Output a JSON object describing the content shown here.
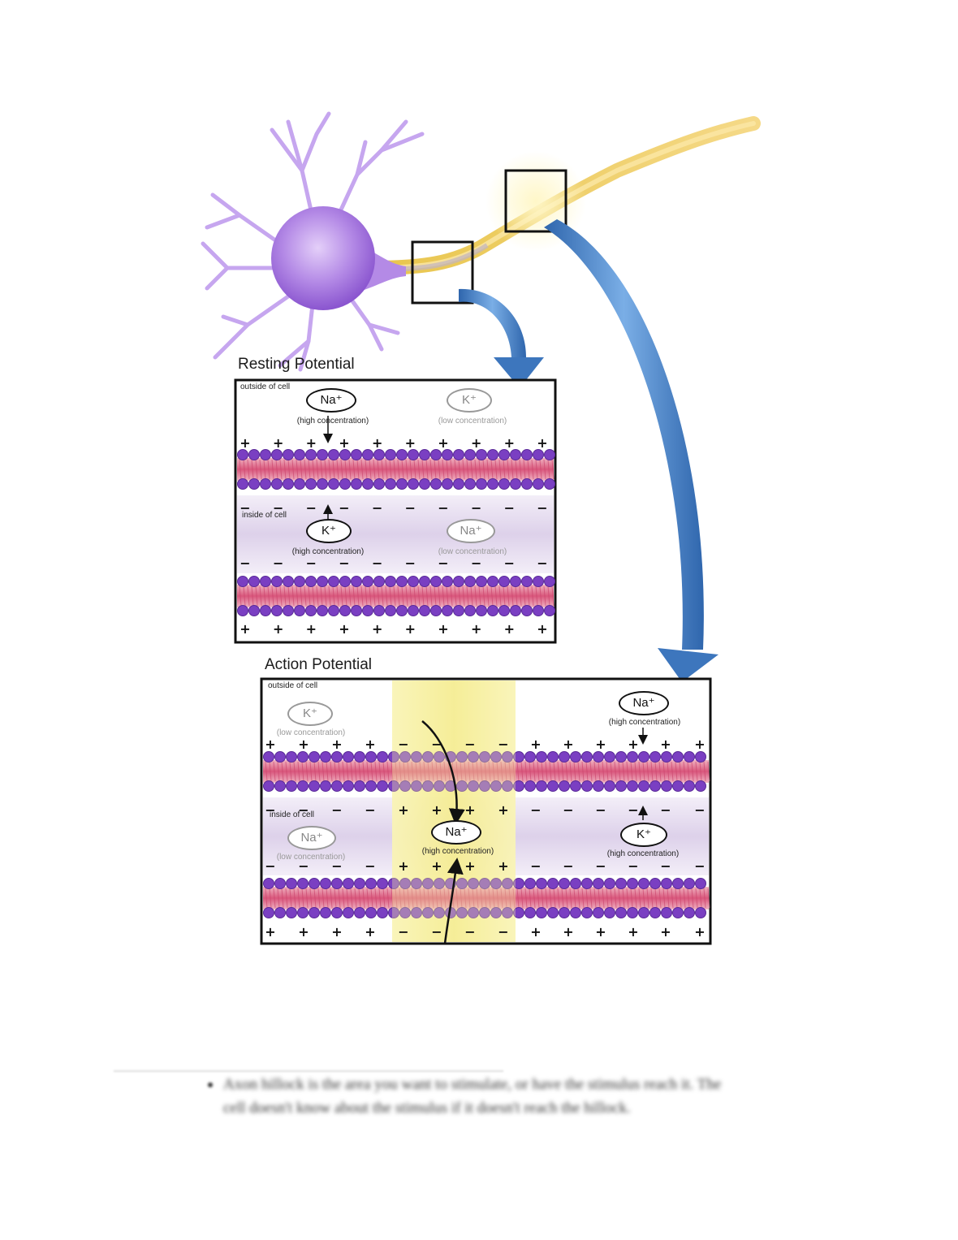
{
  "panels": {
    "resting": {
      "title": "Resting Potential",
      "outside_label": "outside of cell",
      "inside_label": "inside of cell",
      "ions": [
        {
          "symbol": "Na⁺",
          "note": "(high concentration)",
          "emphasis": "high"
        },
        {
          "symbol": "K⁺",
          "note": "(low concentration)",
          "emphasis": "low"
        },
        {
          "symbol": "K⁺",
          "note": "(high concentration)",
          "emphasis": "high"
        },
        {
          "symbol": "Na⁺",
          "note": "(low concentration)",
          "emphasis": "low"
        }
      ]
    },
    "action": {
      "title": "Action Potential",
      "outside_label": "outside of cell",
      "inside_label": "inside of cell",
      "ions": [
        {
          "symbol": "K⁺",
          "note": "(low concentration)",
          "emphasis": "low"
        },
        {
          "symbol": "Na⁺",
          "note": "(high concentration)",
          "emphasis": "high"
        },
        {
          "symbol": "Na⁺",
          "note": "(low concentration)",
          "emphasis": "low"
        },
        {
          "symbol": "Na⁺",
          "note": "(high concentration)",
          "emphasis": "high"
        },
        {
          "symbol": "K⁺",
          "note": "(high concentration)",
          "emphasis": "high"
        }
      ]
    }
  },
  "notes": {
    "line1": "Axon hillock is the area you want to stimulate, or have the stimulus reach it. The",
    "line2": "cell doesn't know about the stimulus if it doesn't reach the hillock."
  },
  "colors": {
    "neuron": "#b48ae6",
    "axon": "#f2c447",
    "arrow": "#4d86c9",
    "membrane_head": "#7a3fc2",
    "membrane_tail": "#e58aa6",
    "highlight": "#f6ef9a"
  }
}
